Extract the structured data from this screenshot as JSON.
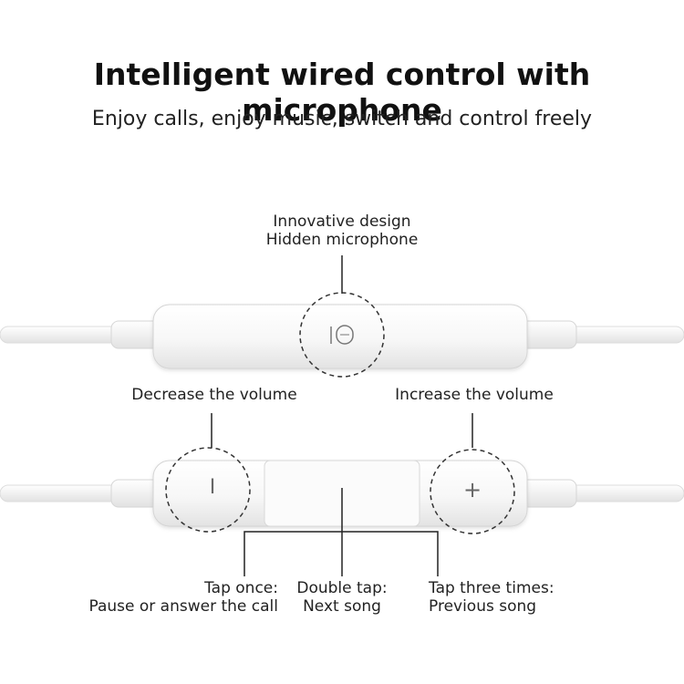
{
  "title": "Intelligent wired control with microphone",
  "subtitle": "Enjoy calls, enjoy music, switch and control freely",
  "microphone": {
    "line1": "Innovative design",
    "line2": "Hidden microphone",
    "icon": "microphone-icon"
  },
  "volume_down": {
    "label": "Decrease the volume",
    "symbol": "I"
  },
  "volume_up": {
    "label": "Increase the volume",
    "symbol": "+"
  },
  "tap_once": {
    "line1": "Tap once:",
    "line2": "Pause or answer the call"
  },
  "double_tap": {
    "line1": "Double tap:",
    "line2": "Next song"
  },
  "tap_three": {
    "line1": "Tap three times:",
    "line2": "Previous song"
  }
}
